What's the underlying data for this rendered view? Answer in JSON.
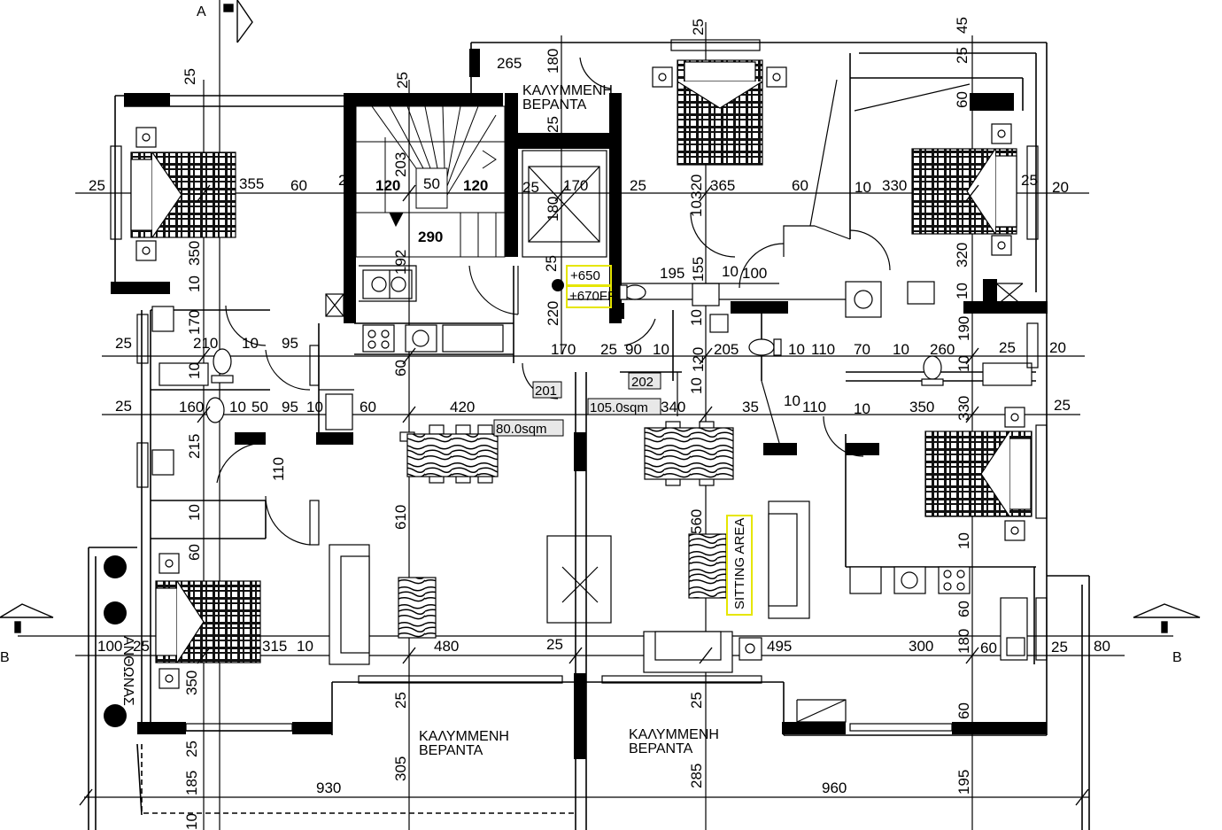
{
  "section_markers": {
    "a": "A",
    "b_left": "B",
    "b_right": "B"
  },
  "rooms": {
    "veranda_top": [
      "ΚΑΛΥΜΜΕΝΗ",
      "ΒΕΡΑΝΤΑ"
    ],
    "veranda_bottom_left": [
      "ΚΑΛΥΜΜΕΝΗ",
      "ΒΕΡΑΝΤΑ"
    ],
    "veranda_bottom_right": [
      "ΚΑΛΥΜΜΕΝΗ",
      "ΒΕΡΑΝΤΑ"
    ],
    "garden": "ΑΝΘΩΝΑΣ",
    "sitting_area": "SITTING AREA"
  },
  "apartments": {
    "left": {
      "number": "201",
      "area": "80.0sqm"
    },
    "right": {
      "number": "202",
      "area": "105.0sqm"
    }
  },
  "levels": {
    "top": "+650",
    "bottom": "+670FF"
  },
  "stair": {
    "width": "290"
  },
  "dims": {
    "top_25": "25",
    "top_180": "180",
    "top_265": "265",
    "top_25b": "25",
    "top_45": "45",
    "top_25c": "25",
    "top_25d": "25",
    "row1": [
      "25",
      "355",
      "60",
      "25",
      "120",
      "50",
      "120",
      "25",
      "170",
      "25",
      "365",
      "60",
      "10",
      "330",
      "25",
      "20"
    ],
    "stair_203": "203",
    "stair_25": "25",
    "stair_180": "180",
    "h320": "320",
    "h10a": "10",
    "h350": "350",
    "h10b": "10",
    "h320b": "320",
    "h60a": "60",
    "row2": [
      "192",
      "25",
      "195",
      "155",
      "10",
      "100",
      "10"
    ],
    "h220": "220",
    "h170": "170",
    "h10c": "10",
    "h60b": "60",
    "h190": "190",
    "h10d": "10",
    "row3": [
      "25",
      "210",
      "10",
      "95",
      "170",
      "25",
      "90",
      "10",
      "120",
      "205",
      "10",
      "110",
      "70",
      "10",
      "260",
      "25",
      "20"
    ],
    "row4": [
      "25",
      "160",
      "10",
      "50",
      "95",
      "10",
      "60",
      "420",
      "340",
      "35",
      "10",
      "110",
      "10",
      "350",
      "25"
    ],
    "h10e": "10",
    "h330": "330",
    "h10f": "10",
    "h215": "215",
    "h110": "110",
    "h610": "610",
    "h560": "560",
    "h10g": "10",
    "h60c": "60",
    "h10h": "10",
    "h60d": "60",
    "row5": [
      "100",
      "25",
      "315",
      "10",
      "480",
      "25",
      "495",
      "300",
      "180",
      "60",
      "25",
      "80"
    ],
    "h350b": "350",
    "h25a": "25",
    "h25b": "25",
    "h60e": "60",
    "h25c": "25",
    "h305": "305",
    "h285": "285",
    "h185": "185",
    "h195": "195",
    "bottom_930": "930",
    "bottom_960": "960",
    "h10i": "10"
  }
}
